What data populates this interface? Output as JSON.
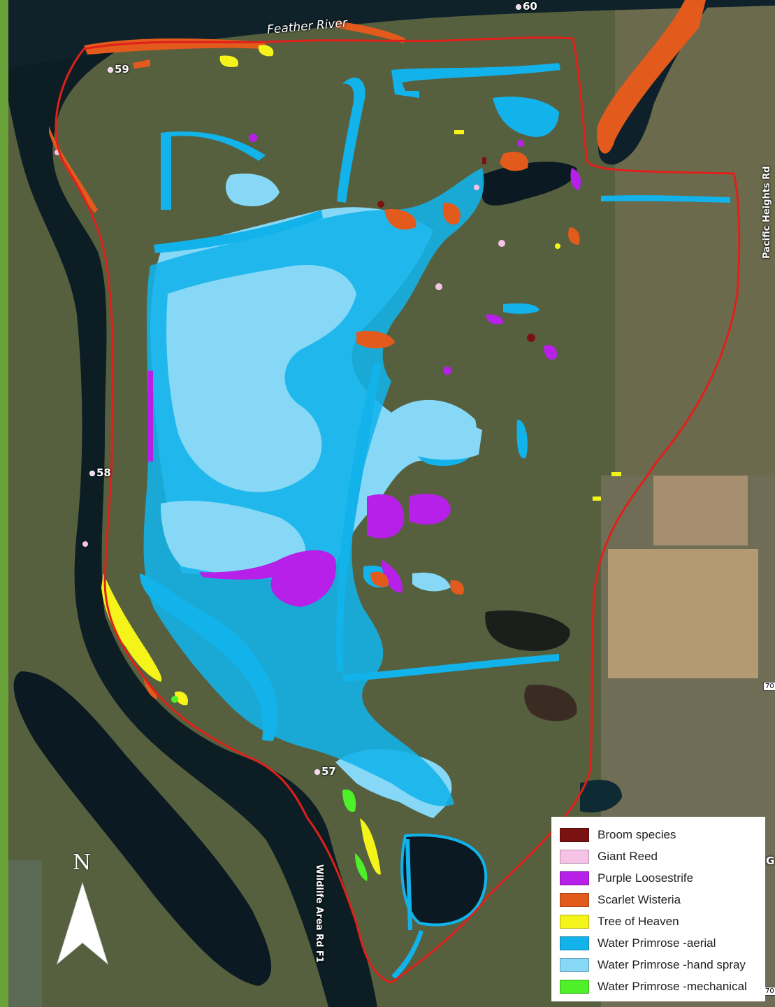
{
  "map": {
    "labels": {
      "river": "Feather River",
      "road_east": "Pacific Heights Rd",
      "road_south": "Wildlife Area Rd F1"
    },
    "miles": [
      "60",
      "59",
      "58",
      "57"
    ],
    "hwy": [
      "70",
      "70"
    ],
    "edge_letter": "G",
    "north_letter": "N"
  },
  "legend": {
    "items": [
      {
        "label": "Broom species",
        "color": "#7a1212"
      },
      {
        "label": "Giant Reed",
        "color": "#f6c3e6"
      },
      {
        "label": "Purple Loosestrife",
        "color": "#b620e8"
      },
      {
        "label": "Scarlet Wisteria",
        "color": "#e25a1c"
      },
      {
        "label": "Tree of Heaven",
        "color": "#f4f41a"
      },
      {
        "label": "Water Primrose -aerial",
        "color": "#12b3ea"
      },
      {
        "label": "Water Primrose -hand spray",
        "color": "#86d8f6"
      },
      {
        "label": "Water Primrose -mechanical",
        "color": "#4ef02a"
      }
    ]
  },
  "colors": {
    "boundary": "#e0201a",
    "water": "#0d1d24",
    "terrain": "#4a5a35"
  }
}
